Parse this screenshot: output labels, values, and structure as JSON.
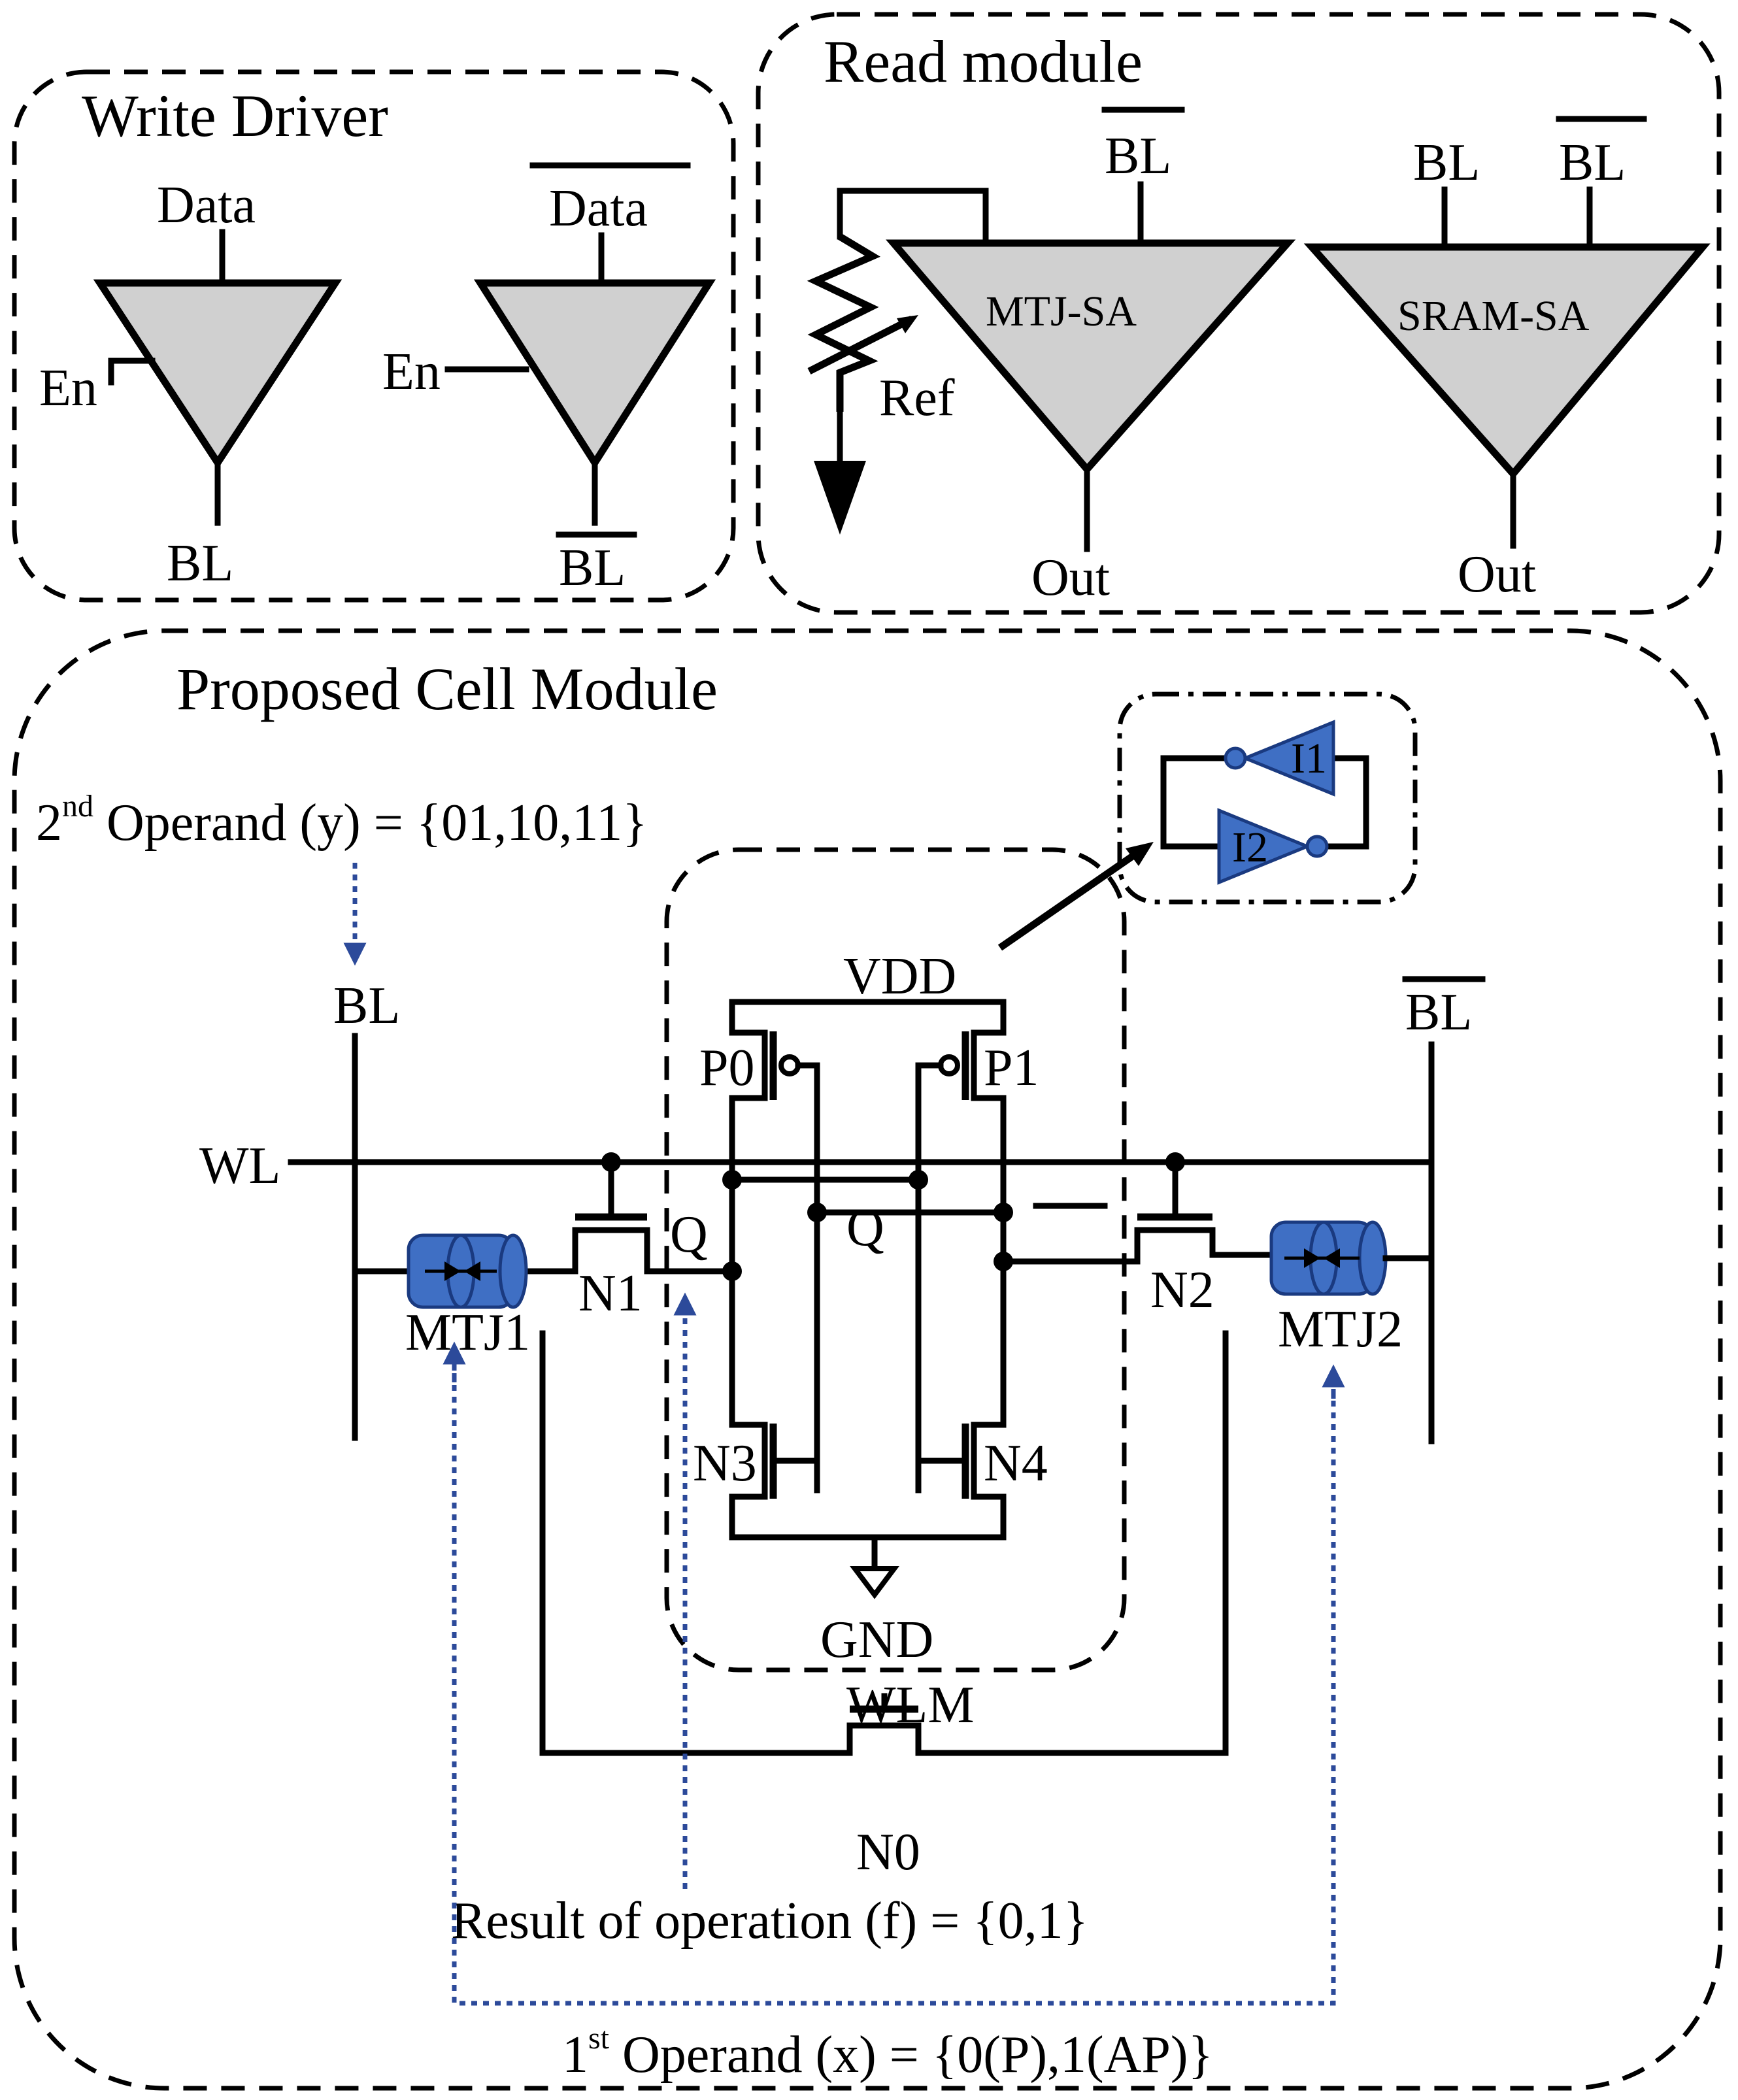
{
  "colors": {
    "write_bg": "#fae3d6",
    "read_bg": "#dde8f6",
    "cell_bg": "#f1f1f1",
    "core_bg": "#c0c0c0",
    "latch_bg": "#ababab",
    "amp_fill": "#d0d0d0",
    "mtj_blue": "#3f6fc4",
    "arrow_blue": "#2c4a9a"
  },
  "write_driver": {
    "title": "Write Driver",
    "left": {
      "input": "Data",
      "enable": "En",
      "output": "BL"
    },
    "right": {
      "input": "Data",
      "input_overbar": true,
      "enable": "En",
      "output": "BL",
      "output_overbar": true
    }
  },
  "read_module": {
    "title": "Read module",
    "mtj_sa": {
      "label": "MTJ-SA",
      "input": "BL",
      "input_overbar": true,
      "ref": "Ref",
      "output": "Out"
    },
    "sram_sa": {
      "label": "SRAM-SA",
      "input_a": "BL",
      "input_b": "BL",
      "input_b_overbar": true,
      "output": "Out"
    }
  },
  "cell_module": {
    "title": "Proposed Cell Module",
    "operand2": {
      "prefix": "2",
      "sup": "nd",
      "text": " Operand (y) = {01,10,11}"
    },
    "operand1": {
      "prefix": "1",
      "sup": "st",
      "text": " Operand (x) = {0(P),1(AP)}"
    },
    "result": "Result of operation (f) = {0,1}",
    "bl": "BL",
    "blb": "BL",
    "wl": "WL",
    "vdd": "VDD",
    "gnd": "GND",
    "wlm": "WLM",
    "q": "Q",
    "qb": "Q",
    "transistors": {
      "p0": "P0",
      "p1": "P1",
      "n1": "N1",
      "n2": "N2",
      "n3": "N3",
      "n4": "N4",
      "n0": "N0"
    },
    "mtj1": "MTJ1",
    "mtj2": "MTJ2",
    "inverters": {
      "i1": "I1",
      "i2": "I2"
    }
  }
}
